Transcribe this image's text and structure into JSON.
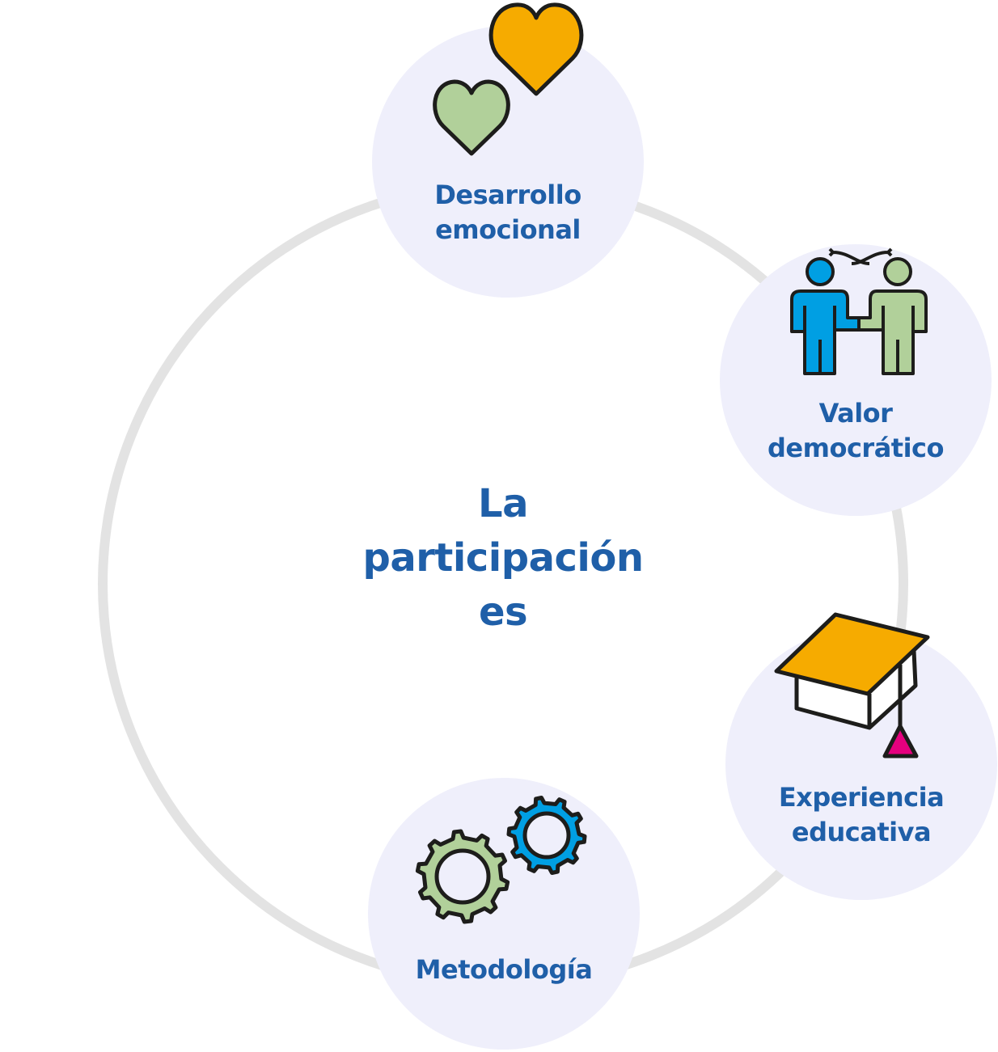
{
  "center": {
    "line1": "La",
    "line2": "participación",
    "line3": "es"
  },
  "nodes": [
    {
      "label_line1": "Desarrollo",
      "label_line2": "emocional",
      "icon": "hearts-icon"
    },
    {
      "label_line1": "Valor",
      "label_line2": "democrático",
      "icon": "handshake-people-icon"
    },
    {
      "label_line1": "Experiencia",
      "label_line2": "educativa",
      "icon": "graduation-cap-icon"
    },
    {
      "label_line1": "Metodología",
      "icon": "gears-icon"
    }
  ],
  "colors": {
    "text": "#1f5fa8",
    "ring": "#e3e3e3",
    "bubble": "#efeffb",
    "orange": "#f6ab00",
    "green": "#b1d09a",
    "blue": "#009fe3",
    "magenta": "#e5007e",
    "outline": "#1d1d1b"
  }
}
